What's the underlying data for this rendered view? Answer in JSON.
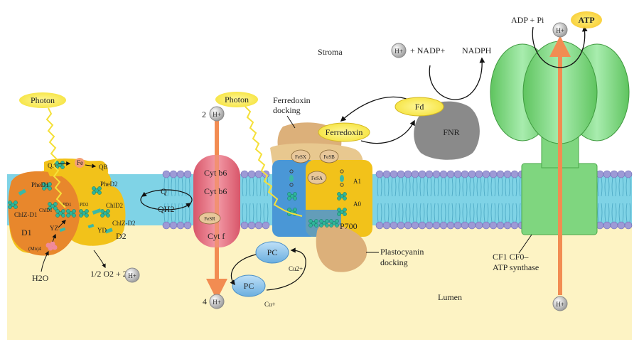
{
  "labels": {
    "stroma": "Stroma",
    "lumen": "Lumen",
    "photon": "Photon",
    "hplus": "H+",
    "h2o": "H2O",
    "half_o2": "1/2 O2 + 2",
    "two": "2",
    "four": "4",
    "d1": "D1",
    "d2": "D2",
    "qa": "QA",
    "qb": "QB",
    "fe": "Fe",
    "phe_d1": "PheD1",
    "phe_d2": "PheD2",
    "chl_zd1": "ChlZ-D1",
    "chl_d1": "ChlD1",
    "p_d1": "PD1",
    "p_d2": "PD2",
    "chl_d2": "ChlD2",
    "chl_zd2": "ChlZ-D2",
    "yz": "YZ",
    "yd": "YD",
    "mn4": "(Mn)4",
    "q": "Q",
    "qh2": "QH2",
    "cyt_b6_a": "Cyt b6",
    "cyt_b6_b": "Cyt b6",
    "fes_r": "FeSR",
    "cyt_f": "Cyt f",
    "pc": "PC",
    "cu2": "Cu2+",
    "cu1": "Cu+",
    "ferredoxin_docking": "Ferredoxin docking",
    "ferredoxin_docking_1": "Ferredoxin",
    "ferredoxin_docking_2": "docking",
    "ferredoxin": "Ferredoxin",
    "fes_x": "FeSX",
    "fes_b": "FeSB",
    "fes_a": "FeSA",
    "a1": "A1",
    "a0": "A0",
    "p700": "P700",
    "plastocyanin_docking_1": "Plastocyanin",
    "plastocyanin_docking_2": "docking",
    "fd": "Fd",
    "fnr": "FNR",
    "nadp_plus": "+ NADP+",
    "nadph": "NADPH",
    "adp_pi": "ADP + Pi",
    "atp": "ATP",
    "atp_synthase_1": "CF1 CF0–",
    "atp_synthase_2": "ATP synthase"
  },
  "colors": {
    "stroma_bg": "#ffffff",
    "lumen_bg": "#fdf3c4",
    "lipid_head": "#9d9ad6",
    "lipid_tail": "#7fd3e6",
    "psii_d1": "#e8872c",
    "psii_d2": "#f2c21a",
    "cytb6f": "#e86a7a",
    "proton_arrow": "#f28c52",
    "photon": "#f8e84a",
    "psi_blue": "#4a97d6",
    "psi_tan": "#dcb07a",
    "pc": "#8fc4ea",
    "fnr": "#8a8a8a",
    "atp_synthase": "#6fcf6f",
    "hplus_bubble": "#c8c8c8"
  }
}
